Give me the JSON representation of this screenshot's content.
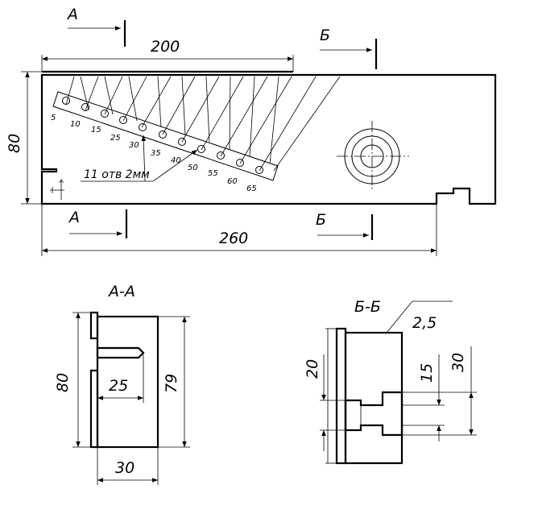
{
  "colors": {
    "line": "#000000",
    "background": "#ffffff",
    "hatch": "#555555"
  },
  "main_view": {
    "cut_labels": {
      "a_top": "А",
      "b_top": "Б",
      "a_bottom": "А",
      "b_bottom": "Б"
    },
    "dim_200": "200",
    "dim_260": "260",
    "dim_80": "80",
    "hole_note": "11 отв 2мм",
    "hole_depths": [
      "5",
      "10",
      "15",
      "25",
      "30",
      "35",
      "40",
      "50",
      "55",
      "60",
      "65"
    ]
  },
  "section_aa": {
    "title": "А-А",
    "dim_80": "80",
    "dim_79": "79",
    "dim_25": "25",
    "dim_30": "30"
  },
  "section_bb": {
    "title": "Б-Б",
    "dim_2_5": "2,5",
    "dim_20": "20",
    "dim_15": "15",
    "dim_30": "30"
  }
}
